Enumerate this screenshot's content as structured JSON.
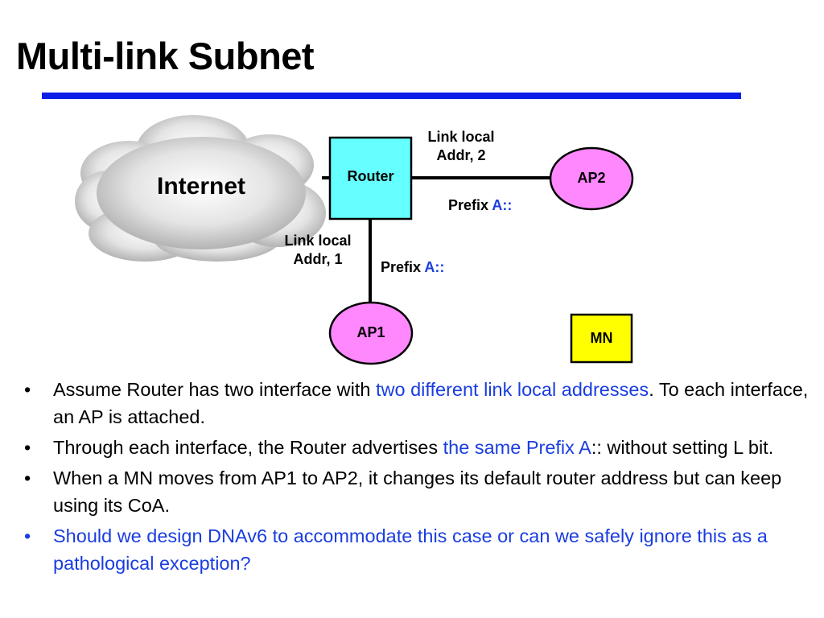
{
  "slide": {
    "title": "Multi-link Subnet"
  },
  "diagram": {
    "internet_label": "Internet",
    "router_label": "Router",
    "ap1_label": "AP1",
    "ap2_label": "AP2",
    "mn_label": "MN",
    "link_top": {
      "line1": "Link local",
      "line2": "Addr, 2"
    },
    "link_left": {
      "line1": "Link local",
      "line2": "Addr, 1"
    },
    "prefix_word": "Prefix",
    "prefix_value": "A::",
    "colors": {
      "router_fill": "#66ffff",
      "ap_fill": "#ff88ff",
      "mn_fill": "#ffff00",
      "accent_blue": "#1a3de0"
    }
  },
  "bullets": [
    {
      "pre": "Assume Router has two interface with ",
      "hl": "two different link local addresses",
      "post": ". To each interface, an AP is attached."
    },
    {
      "pre": "Through each interface, the Router advertises ",
      "hl": "the same Prefix A",
      "post": ":: without setting L bit."
    },
    {
      "pre": "When a MN moves from AP1 to AP2, it changes its default router address but can keep using its CoA.",
      "hl": "",
      "post": ""
    },
    {
      "pre": "",
      "hl": "Should we design DNAv6 to accommodate this case or can we safely ignore this as a pathological exception?",
      "post": ""
    }
  ],
  "bullet_symbol": "•"
}
